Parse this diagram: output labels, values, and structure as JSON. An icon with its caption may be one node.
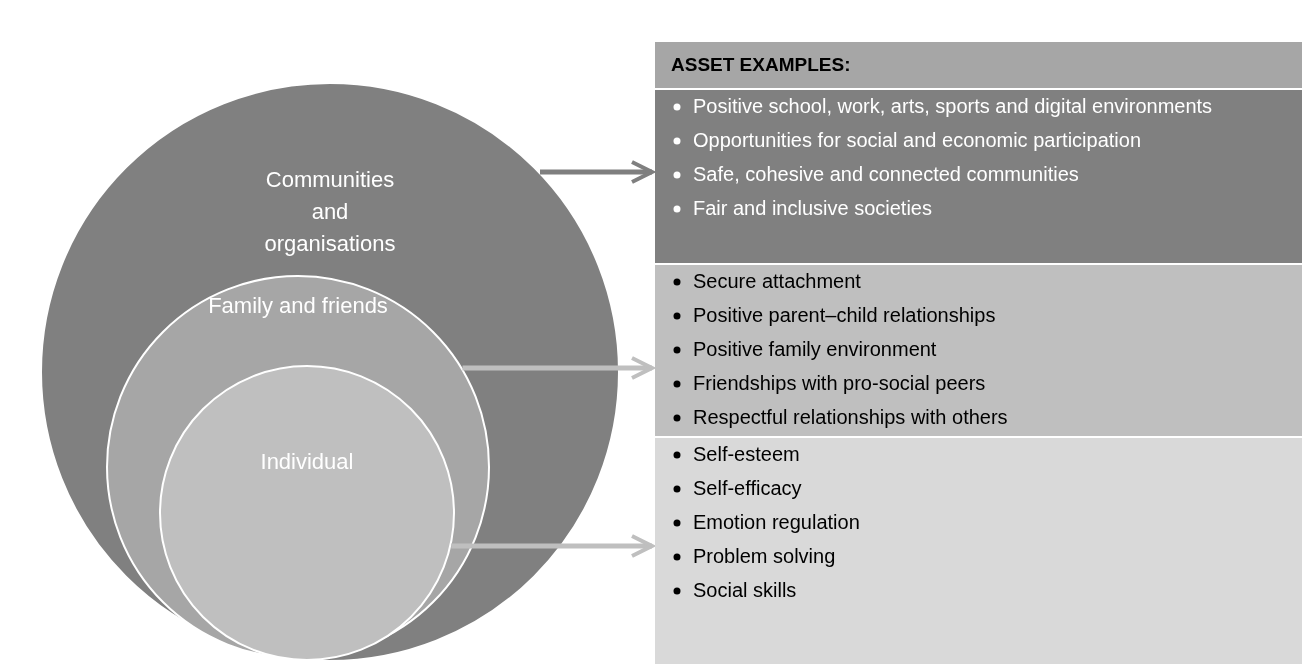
{
  "diagram": {
    "nodes": [
      {
        "text": [
          "Communities and organisations"
        ]
      },
      {
        "text": [
          "Family and friends"
        ],
        "in": 0
      },
      {
        "text": [
          "Individual"
        ],
        "in": 1
      },
      {
        "text": [
          "ASSET EXAMPLES:"
        ]
      },
      {
        "text": [
          "Positive school, work, arts, sports and digital environments",
          "Opportunities for social and economic participation",
          "Safe, cohesive and connected communities",
          "Fair and inclusive societies"
        ]
      },
      {
        "text": [
          "Secure attachment",
          "Positive parent–child relationships",
          "Positive family environment",
          "Friendships with pro-social peers",
          "Respectful relationships with others"
        ]
      },
      {
        "text": [
          "Self-esteem",
          "Self-efficacy",
          "Emotion regulation",
          "Problem solving",
          "Social skills"
        ]
      }
    ],
    "edges": [
      {
        "from": 0,
        "to": 4,
        "arrow": "to",
        "color": "#7f7f7f"
      },
      {
        "from": 1,
        "to": 5,
        "arrow": "to"
      },
      {
        "from": 2,
        "to": 6,
        "arrow": "to"
      }
    ]
  }
}
